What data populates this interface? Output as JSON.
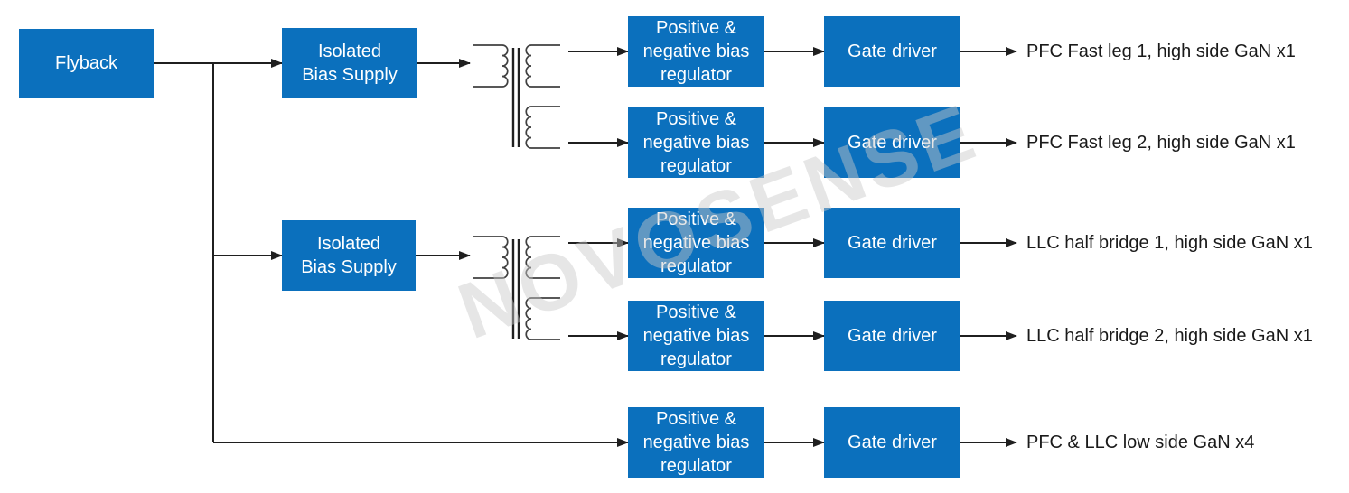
{
  "colors": {
    "box_fill": "#0b70bd",
    "box_text": "#ffffff",
    "connector": "#1f1f1f",
    "output_text": "#1a1a1a",
    "transformer_stroke": "#404040",
    "watermark": "#c9c9c9"
  },
  "watermark": {
    "text": "NOVOSENSE"
  },
  "flyback": {
    "label": "Flyback"
  },
  "bias_supplies": [
    {
      "lines": [
        "Isolated",
        "Bias Supply"
      ]
    },
    {
      "lines": [
        "Isolated",
        "Bias Supply"
      ]
    }
  ],
  "rows": [
    {
      "regulator_lines": [
        "Positive &",
        "negative bias",
        "regulator"
      ],
      "gate_driver": "Gate driver",
      "output": "PFC Fast leg 1, high side GaN x1"
    },
    {
      "regulator_lines": [
        "Positive &",
        "negative bias",
        "regulator"
      ],
      "gate_driver": "Gate driver",
      "output": "PFC Fast leg 2, high side GaN x1"
    },
    {
      "regulator_lines": [
        "Positive &",
        "negative bias",
        "regulator"
      ],
      "gate_driver": "Gate driver",
      "output": "LLC half bridge 1, high side GaN x1"
    },
    {
      "regulator_lines": [
        "Positive &",
        "negative bias",
        "regulator"
      ],
      "gate_driver": "Gate driver",
      "output": "LLC half bridge 2, high side GaN x1"
    },
    {
      "regulator_lines": [
        "Positive &",
        "negative bias",
        "regulator"
      ],
      "gate_driver": "Gate driver",
      "output": "PFC & LLC low side GaN x4"
    }
  ]
}
